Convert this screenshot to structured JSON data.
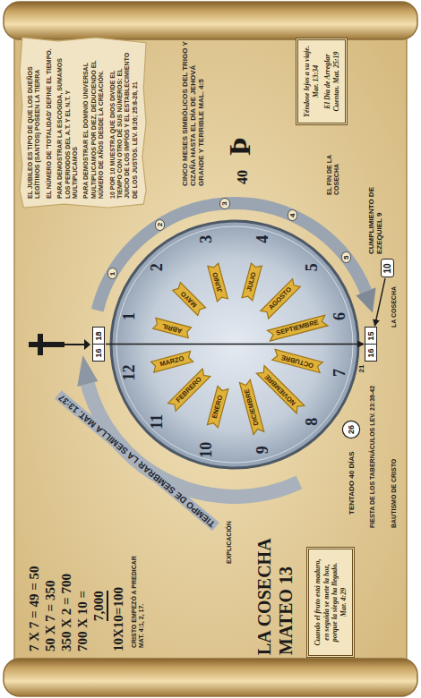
{
  "diagram": {
    "nodes": [
      {
        "text": [
          "EL JUBILEO ES TIPO DE QUE LOS DUEÑOS LEGÍTIMOS (SANTOS) POSEEN LA TIERRA",
          "EL NÚMERO DE 'TOTALIDAD' DEFINE EL TIEMPO.",
          "PARA DEMOSTRAR LA ESCOGIDA, SUMAMOS LOS PERIODOS DEL A.T. Y EL N.T. Y MULTIPLICAMOS",
          "PARA DEMOSTRAR EL DOMINIO UNIVERSAL MULTIPLICAMOS POR DIEZ, DEDUCIENDO EL NÚMERO DE AÑOS DESDE LA CREACIÓN.",
          "10 POR 10 MUESTRA QUE DIOS DIVIDE EL TIEMPO CON OTRO DE SUS NÚMEROS: EL JUICIO DE LOS IMPÍOS Y EL ESTABLECIMIENTO DE LOS JUSTOS. LEV. 8:26; 25:8-28, 21"
        ]
      },
      {
        "text": [
          "16",
          "18"
        ]
      },
      {
        "text": [
          "ABRIL"
        ]
      },
      {
        "text": [
          "MAYO"
        ]
      },
      {
        "text": [
          "JUNIO"
        ]
      },
      {
        "text": [
          "JULIO"
        ]
      },
      {
        "text": [
          "AGOSTO"
        ]
      },
      {
        "text": [
          "SEPTIEMBRE"
        ]
      },
      {
        "text": [
          "OCTUBRE"
        ]
      },
      {
        "text": [
          "NOVIEMBRE"
        ]
      },
      {
        "text": [
          "DICIEMBRE"
        ]
      },
      {
        "text": [
          "ENERO"
        ]
      },
      {
        "text": [
          "FEBRERO"
        ]
      },
      {
        "text": [
          "MARZO"
        ]
      },
      {
        "text": [
          "26"
        ]
      },
      {
        "text": [
          "16",
          "15"
        ]
      },
      {
        "text": [
          "10"
        ]
      },
      {
        "text": [
          "Yéndose lejos a su viaje. Mar. 13:34",
          "El Día de Arreglar Cuentas. Mat. 25:19"
        ]
      },
      {
        "text": [
          "Cuando el fruto está maduro, en seguida se mete la hoz, porque la siega ha llegado. Mar. 4:29"
        ]
      }
    ],
    "edges": [
      {
        "from": 1,
        "to": 15,
        "arrow": "to"
      },
      {
        "from": 16,
        "to": 15,
        "arrow": "to"
      }
    ],
    "labels": [
      "7 X 7 = 49 = 50",
      "50 X 7 = 350",
      "350 X 2 = 700",
      "700 X 10 =",
      "7,000",
      "10X10=100",
      "CRISTO EMPEZÓ A PREDICAR MAT. 4:1, 2, 17.",
      "EXPLICACIÓN",
      "TIEMPO DE SEMBRAR LA SEMILLA MAT. 13:37",
      "1",
      "2",
      "3",
      "4",
      "5",
      "6",
      "7",
      "8",
      "9",
      "10",
      "11",
      "12",
      "40",
      "Þ",
      "CINCO MESES SIMBÓLICOS DEL TRIGO Y CIZAÑA HASTA EL DÍA DE JEHOVÁ GRANDE Y TERRIBLE MAL. 4:5",
      "1",
      "2",
      "3",
      "4",
      "5",
      "21",
      "TENTADO 40 DÍAS",
      "CUMPLIMIENTO DE EZEQUIEL 9",
      "LA COSECHA",
      "EL FIN DE LA COSECHA",
      "FIESTA DE LOS TABERNÁCULOS LEV. 23:39-42",
      "BAUTISMO DE CRISTO",
      "LA COSECHA",
      "MATEO 13"
    ]
  }
}
